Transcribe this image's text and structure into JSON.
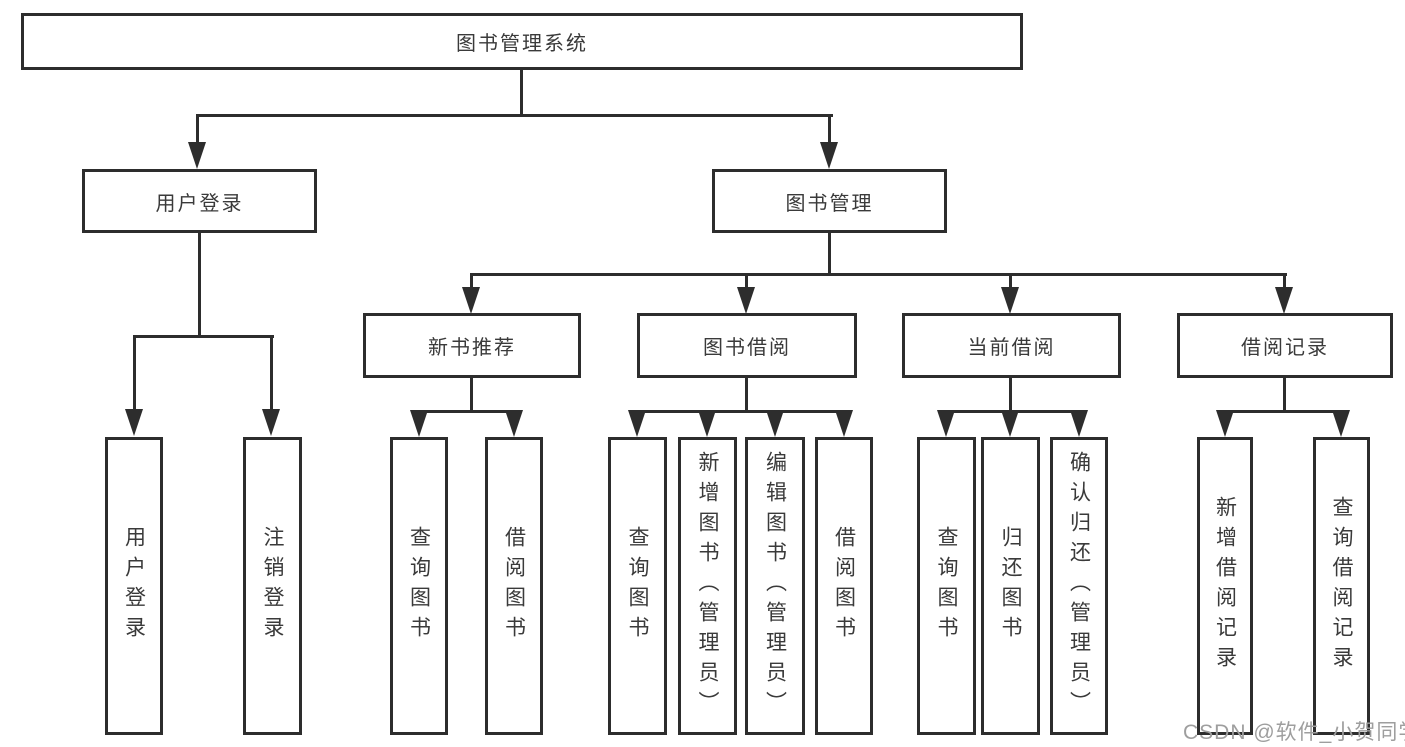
{
  "diagram": {
    "root_label": "图书管理系统",
    "level2": [
      {
        "label": "用户登录"
      },
      {
        "label": "图书管理"
      }
    ],
    "login_children": [
      "用户登录",
      "注销登录"
    ],
    "level3": [
      {
        "label": "新书推荐",
        "children": [
          "查询图书",
          "借阅图书"
        ]
      },
      {
        "label": "图书借阅",
        "children": [
          "查询图书",
          "新增图书（管理员）",
          "编辑图书（管理员）",
          "借阅图书"
        ]
      },
      {
        "label": "当前借阅",
        "children": [
          "查询图书",
          "归还图书",
          "确认归还（管理员）"
        ]
      },
      {
        "label": "借阅记录",
        "children": [
          "新增借阅记录",
          "查询借阅记录"
        ]
      }
    ]
  },
  "watermark": "CSDN @软件_小贺同学",
  "colors": {
    "line": "#2d2d2d",
    "text": "#3a3a3a",
    "watermark": "#9e9e9e",
    "background": "#ffffff"
  }
}
